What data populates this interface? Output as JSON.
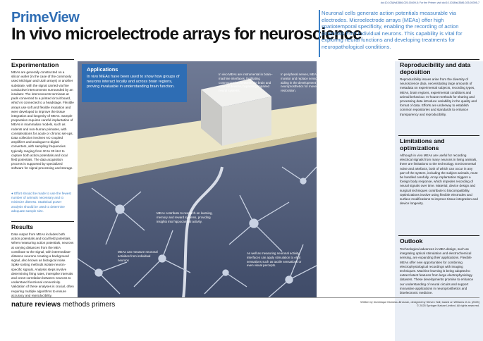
{
  "header": {
    "doi": "doi:10.1038/s43586-025-00409-5; For the Primer, visit doi:10.1038/s43586-025-00395-7",
    "brand": "PrimeView",
    "title": "In vivo microelectrode arrays for neuroscience",
    "intro": "Neuronal cells generate action potentials measurable via electrodes. Microelectrode arrays (MEAs) offer high spatiotemporal specificity, enabling the recording of action potentials from individual neurons. This capability is vital for exploring neural functions and developing treatments for neuropathological conditions."
  },
  "experimentation": {
    "heading": "Experimentation",
    "body": "MEAs are generally constructed on a silicon wafer (in the case of the commonly used Michigan and Utah arrays) or another substrate, with the signal carried via fine conductive interconnects surrounded by an insulator. The interconnects terminate at pads connected to a printed circuit board, which is connected to a headstage. Flexible arrays use soft and flexible insulation and were developed to improve the tissue integration and longevity of MEAs. Sample preparation requires careful implantation of MEAs in mammalian models, such as rodents and non-human primates, with considerations for acute or chronic set-ups. Data collection involves AC-coupled amplifiers and analogue-to-digital converters, with sampling frequencies typically ranging from 30 to 30 kHz to capture both action potentials and local field potentials. The data acquisition process is supported by specialized software for signal processing and storage.",
    "note": "Effort should be made to use the fewest number of animals necessary and to minimize distress. Statistical power analysis should be used to determine adequate sample size."
  },
  "results": {
    "heading": "Results",
    "body": "Data output from MEAs includes both action potentials and local field potentials. When measuring action potentials, neurons at varying distances from the MEA contribute to the signal, with intermediate-distance neurons creating a background signal, also known as biological noise. Spike sorting methods isolate neuron-specific signals. Analysis steps involve determining firing rates, interspike intervals and cross-correlation between neurons to understand functional connectivity. Validation of these analyses is crucial, often requiring multiple algorithms to ensure accuracy and reproducibility."
  },
  "applications": {
    "heading": "Applications",
    "body": "In vivo MEAs have been used to show how groups of neurons interact locally and across brain regions, proving invaluable in understanding brain function.",
    "captions": [
      "In vivo MEAs are instrumental in brain–machine interfaces, facilitating communication between the brain and external devices, bypassing impaired neural systems.",
      "In peripheral nerves, MEAs help to monitor and replace sensory signals, aiding in the development of neuroprosthetics for movement restoration.",
      "MEAs contribute to research on learning, memory and reward systems, providing insights into hippocampal activity.",
      "MEAs can measure neuronal activities from individual neurons",
      "As well as measuring neuronal activity, interfaces can apply stimulation to elicit sensations such as tactile sensations or even visual percepts."
    ]
  },
  "reproducibility": {
    "heading": "Reproducibility and data deposition",
    "body": "Reproducibility issues arise from the diversity of neuroscience data, necessitating large amounts of metadata on experimental subjects, recording types, MEAs, brain regions, experimental conditions and animal behaviour. In-house methods for sharing and processing data introduce variability in the quality and format of data. Efforts are underway to establish common repositories and standards to enhance transparency and reproducibility."
  },
  "limitations": {
    "heading": "Limitations and optimizations",
    "body": "Although in vivo MEAs are useful for recording electrical signals from many neurons in living animals, there are limitations to the technology. Environmental noise and artefacts, both of which can occur in any part of the system, including the subject animals, must be handled carefully. Array implantation triggers a foreign body response, which impedes recording of neural signals over time. Material, device design and surgical techniques contribute to biocompatibility. Optimizations involve using flexible electrodes and surface modifications to improve tissue integration and device longevity."
  },
  "outlook": {
    "heading": "Outlook",
    "body": "Technological advances in MEA design, such as integrating optical stimulation and electrochemical sensing, are expanding their applications. Flexible MEAs offer new opportunities for combining electrophysiological recordings with imaging techniques. Machine learning is being adopted to extract latent features from large electrophysiology datasets. These developments promise to enhance our understanding of neural circuits and support innovative applications in neuroprosthetics and bioelectronic medicine."
  },
  "footer": {
    "logo_bold": "nature reviews",
    "logo_light": "methods primers",
    "credit_line1": "Written by Dominique Momeau-Brosnan, designed by Steven Hall; based on Williams et al. (2025)",
    "credit_line2": "© 2025 Springer Nature Limited. All rights reserved."
  },
  "colors": {
    "accent": "#2e6db4",
    "intro_text": "#3a7fc6",
    "illustration_bg": "#4d5a78",
    "neuron": "#c9d2e3",
    "tissue_top": "#ece6c7"
  }
}
